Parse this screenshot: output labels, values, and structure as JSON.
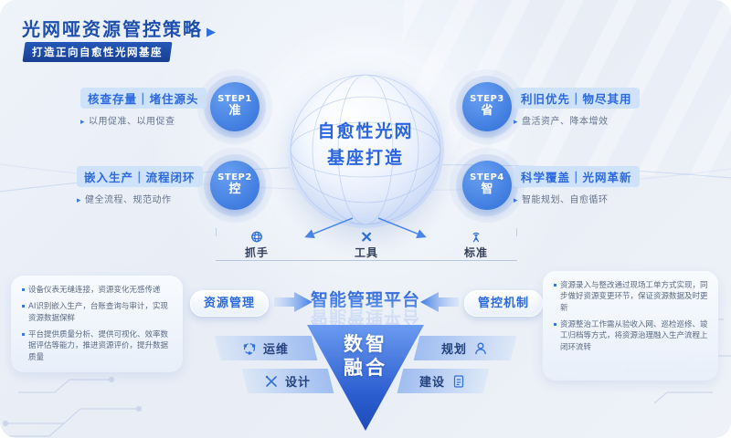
{
  "header": {
    "title": "光网哑资源管控策略",
    "title_arrow": "▶",
    "subtitle": "打造正向自愈性光网基座"
  },
  "sphere": {
    "line1": "自愈性光网",
    "line2": "基座打造"
  },
  "steps": [
    {
      "id": "STEP1",
      "keyword": "准",
      "heading": "核查存量｜堵住源头",
      "bullet": "以用促准、以用促查"
    },
    {
      "id": "STEP2",
      "keyword": "控",
      "heading": "嵌入生产｜流程闭环",
      "bullet": "健全流程、规范动作"
    },
    {
      "id": "STEP3",
      "keyword": "省",
      "heading": "利旧优先｜物尽其用",
      "bullet": "盘活资产、降本增效"
    },
    {
      "id": "STEP4",
      "keyword": "智",
      "heading": "科学覆盖｜光网革新",
      "bullet": "智能规划、自愈循环"
    }
  ],
  "pillars": [
    {
      "label": "抓手",
      "icon": "globe-gear-icon"
    },
    {
      "label": "工具",
      "icon": "crossed-tools-icon"
    },
    {
      "label": "标准",
      "icon": "signal-tower-icon"
    }
  ],
  "platform_row": {
    "left_pill": "资源管理",
    "center_title": "智能管理平台",
    "right_pill": "管控机制"
  },
  "left_panel": {
    "bullets": [
      "设备仪表无缝连接，资源变化无感传递",
      "AI识别嵌入生产，台账查询与审计，实现资源数据保鲜",
      "平台提供质量分析、提供可视化、效率数据评估等能力，推进资源评价，提升数据质量"
    ]
  },
  "right_panel": {
    "bullets": [
      "资源录入与整改通过现场工单方式实现，同步做好资源变更环节，保证资源数据及时更新",
      "资源整治工作需从验收入网、巡检巡修、竣工归档等方式，将资源治理融入生产流程上闭环流转"
    ]
  },
  "funnel": {
    "line1": "数智",
    "line2": "融合"
  },
  "ribbons": [
    {
      "label": "运维",
      "icon": "sync-nodes-icon"
    },
    {
      "label": "规划",
      "icon": "person-icon"
    },
    {
      "label": "设计",
      "icon": "pen-ruler-icon"
    },
    {
      "label": "建设",
      "icon": "document-icon"
    }
  ],
  "colors": {
    "accent": "#2f6fd8",
    "title_blue": "#1d4fae",
    "badge_bg": "#1c4ba6",
    "funnel_top": "#6b9bf0",
    "funnel_bottom": "#1d4cb8"
  }
}
